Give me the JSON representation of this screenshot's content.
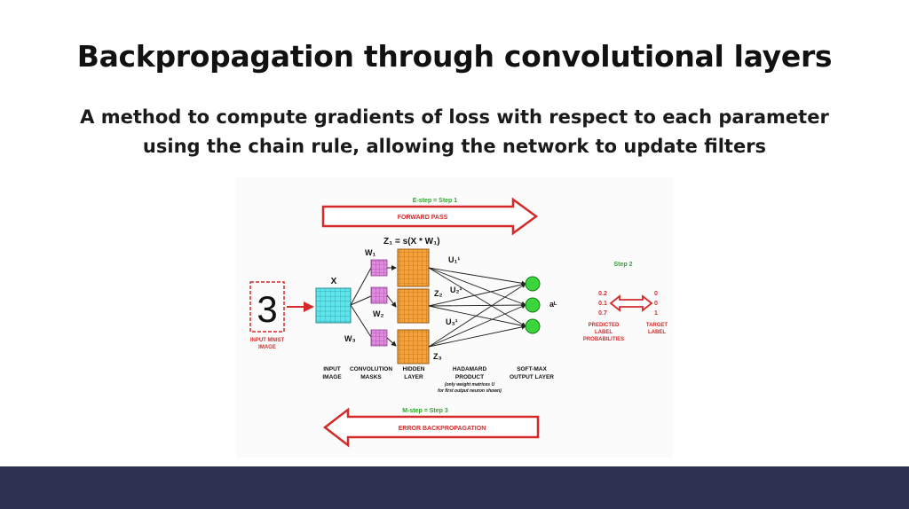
{
  "slide": {
    "title": "Backpropagation through convolutional layers",
    "subtitle_line1": "A method to compute gradients of loss with respect to each parameter",
    "subtitle_line2": "using the chain rule, allowing the network to update filters"
  },
  "diagram": {
    "estep_label": "E-step = Step 1",
    "forward_label": "FORWARD PASS",
    "mstep_label": "M-step = Step 3",
    "backprop_label": "ERROR BACKPROPAGATION",
    "step2_label": "Step 2",
    "z1_eq": "Z₁ = s(X * W₁)",
    "x_label": "X",
    "w1_label": "W₁",
    "w2_label": "W₂",
    "w3_label": "W₃",
    "z2_label": "Z₂",
    "z3_label": "Z₃",
    "u1_label": "U₁¹",
    "u2_label": "U₂¹",
    "u3_label": "U₃¹",
    "a_label": "aᴸ",
    "mnist_digit": "3",
    "input_mnist_label_1": "INPUT MNIST",
    "input_mnist_label_2": "IMAGE",
    "input_image_label_1": "INPUT",
    "input_image_label_2": "IMAGE",
    "conv_masks_label_1": "CONVOLUTION",
    "conv_masks_label_2": "MASKS",
    "hidden_layer_label_1": "HIDDEN",
    "hidden_layer_label_2": "LAYER",
    "hadamard_label_1": "HADAMARD",
    "hadamard_label_2": "PRODUCT",
    "hadamard_note_1": "(only weight matrices U",
    "hadamard_note_2": "for first output neuron shown)",
    "softmax_label_1": "SOFT-MAX",
    "softmax_label_2": "OUTPUT LAYER",
    "pred_values": [
      "0.2",
      "0.1",
      "0.7"
    ],
    "target_values": [
      "0",
      "0",
      "1"
    ],
    "predicted_label_1": "PREDICTED",
    "predicted_label_2": "LABEL",
    "predicted_label_3": "PROBABILITIES",
    "target_label_1": "TARGET",
    "target_label_2": "LABEL"
  },
  "colors": {
    "arrow_red": "#d42a2a",
    "step_green": "#2ea82e",
    "input_cyan": "#5ee6ec",
    "mask_pink": "#e08ae0",
    "hidden_orange": "#f5a23a",
    "neuron_green": "#3bd43b",
    "footer_navy": "#2d3152"
  }
}
